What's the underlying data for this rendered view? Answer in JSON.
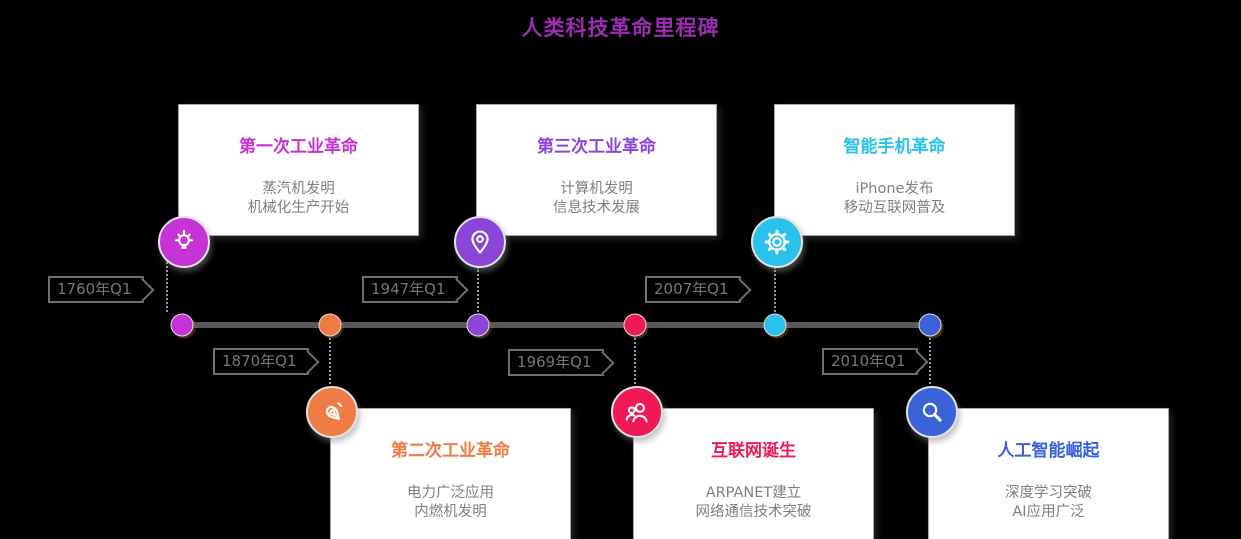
{
  "page": {
    "title": "人类科技革命里程碑",
    "title_color": "#9B2DB0",
    "background_color": "#000000"
  },
  "timeline": {
    "line_color": "#595959",
    "label_border_color": "#6f6f6f",
    "body_text_color": "#7f7f7f"
  },
  "milestones": [
    {
      "date": "1760年Q1",
      "title": "第一次工业革命",
      "desc1": "蒸汽机发明",
      "desc2": "机械化生产开始",
      "icon": "lightbulb-icon",
      "color": "#C533D6",
      "position": "above"
    },
    {
      "date": "1870年Q1",
      "title": "第二次工业革命",
      "desc1": "电力广泛应用",
      "desc2": "内燃机发明",
      "icon": "pen-nib-icon",
      "color": "#EF7B45",
      "position": "below"
    },
    {
      "date": "1947年Q1",
      "title": "第三次工业革命",
      "desc1": "计算机发明",
      "desc2": "信息技术发展",
      "icon": "location-pin-icon",
      "color": "#8B46D9",
      "position": "above"
    },
    {
      "date": "1969年Q1",
      "title": "互联网诞生",
      "desc1": "ARPANET建立",
      "desc2": "网络通信技术突破",
      "icon": "users-icon",
      "color": "#F01956",
      "position": "below"
    },
    {
      "date": "2007年Q1",
      "title": "智能手机革命",
      "desc1": "iPhone发布",
      "desc2": "移动互联网普及",
      "icon": "gear-icon",
      "color": "#29C2EC",
      "position": "above"
    },
    {
      "date": "2010年Q1",
      "title": "人工智能崛起",
      "desc1": "深度学习突破",
      "desc2": "AI应用广泛",
      "icon": "search-icon",
      "color": "#3B62D9",
      "position": "below"
    }
  ]
}
